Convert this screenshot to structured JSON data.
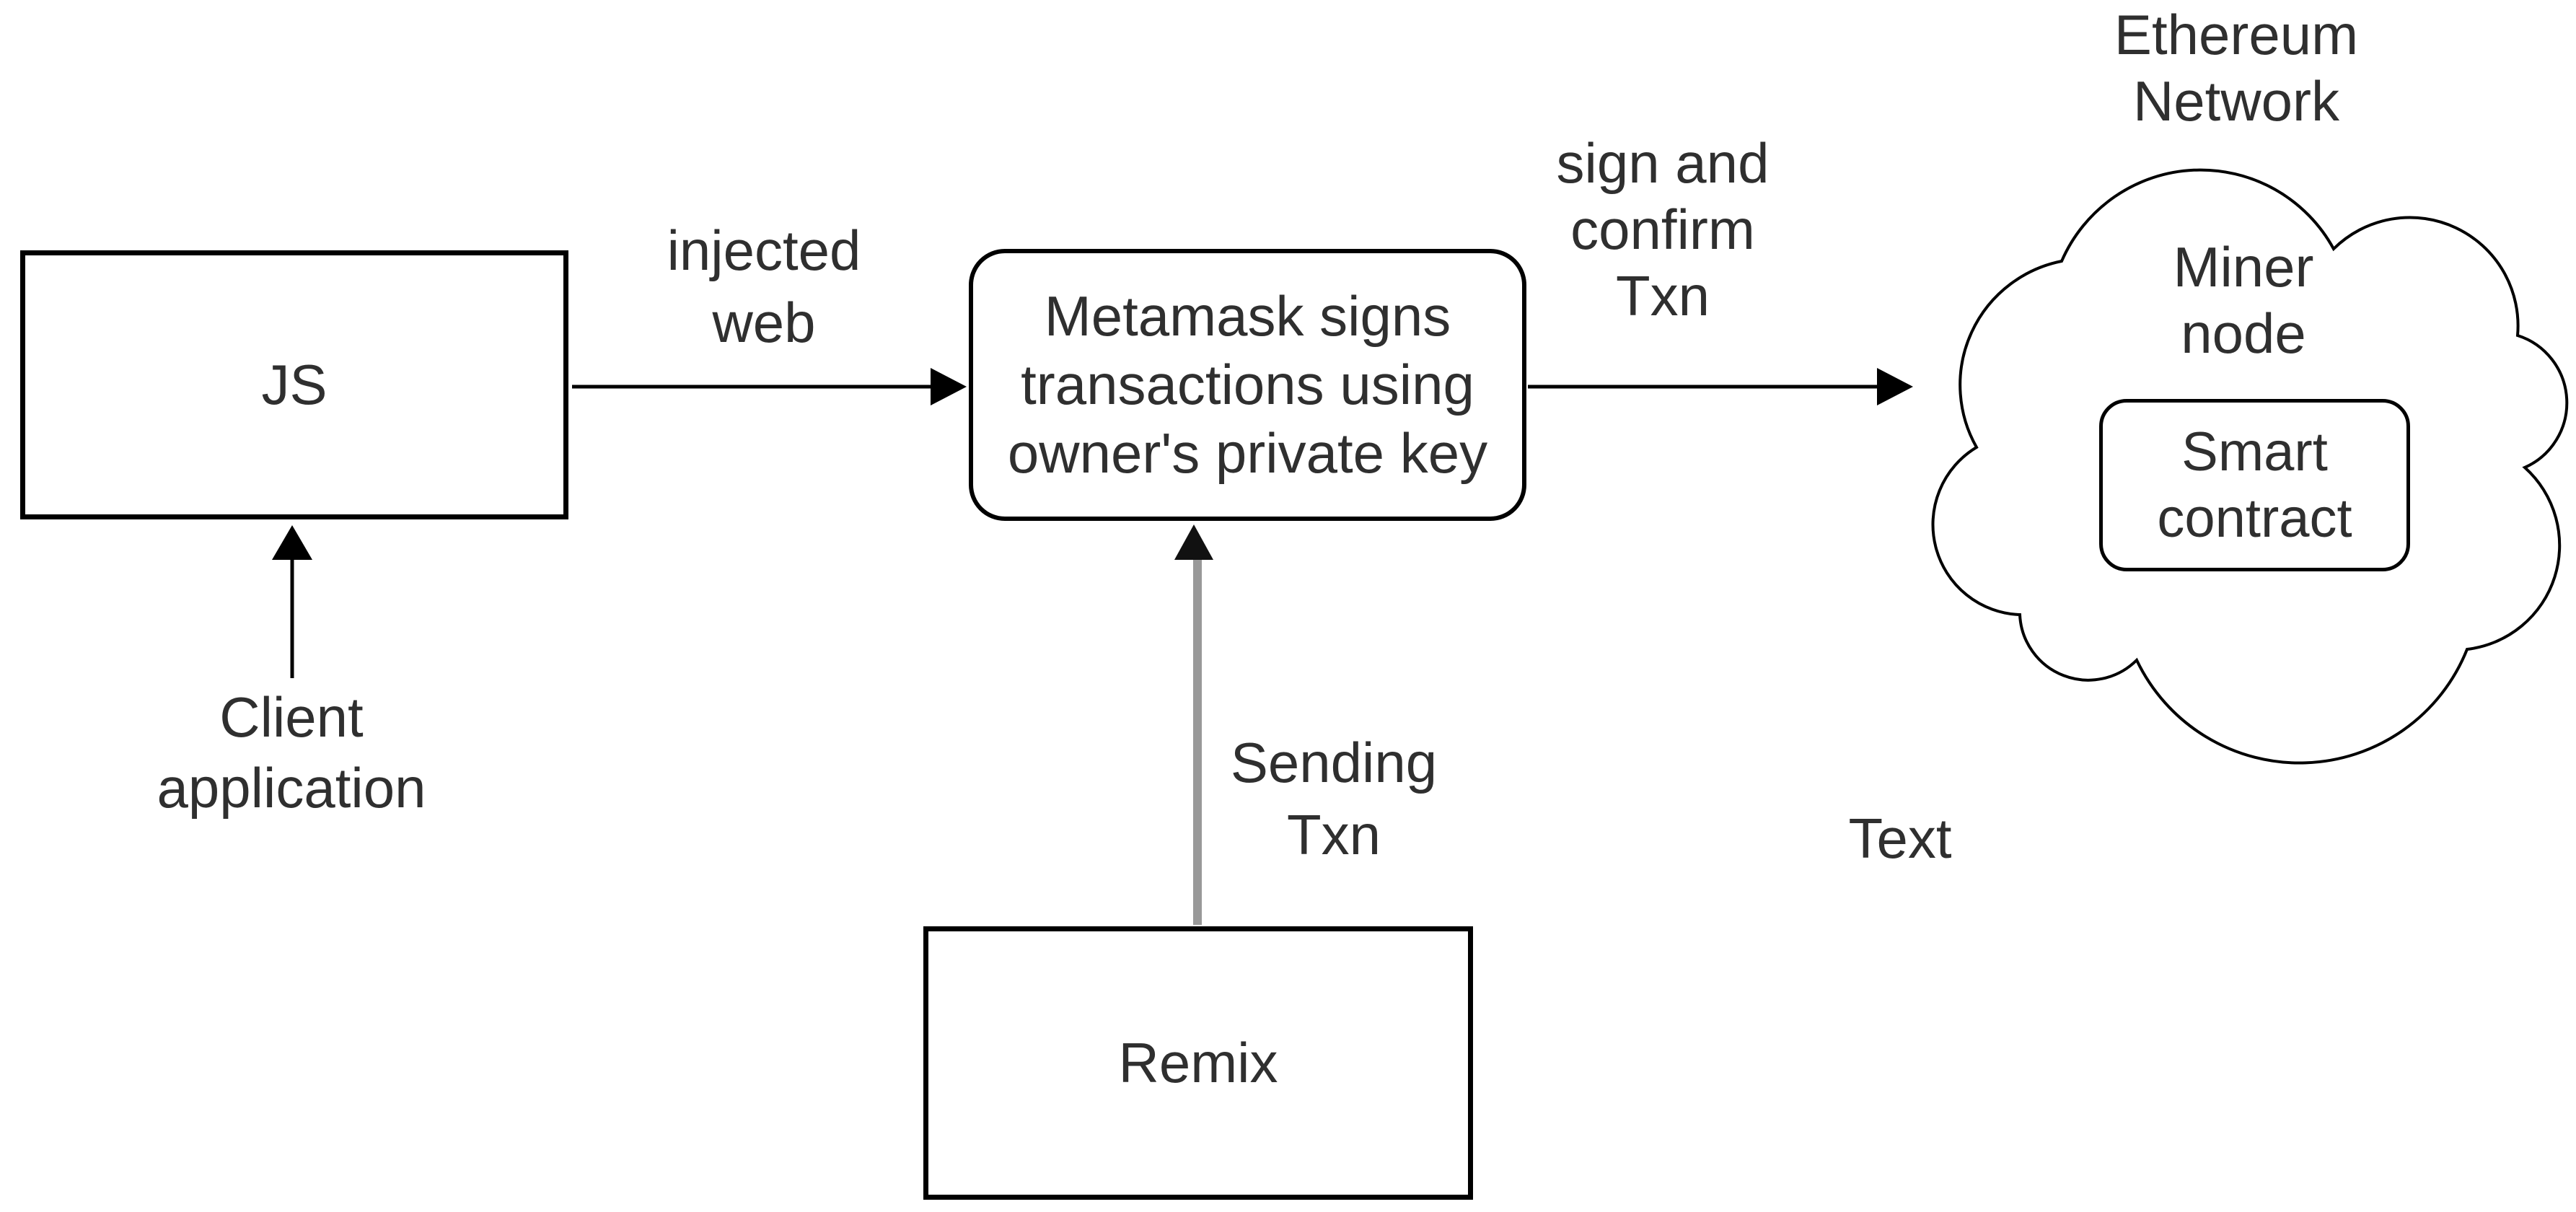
{
  "diagram": {
    "nodes": {
      "js": {
        "label": "JS"
      },
      "metamask": {
        "label": "Metamask signs\ntransactions using\nowner's private key"
      },
      "remix": {
        "label": "Remix"
      },
      "smart_contract": {
        "label": "Smart\ncontract"
      },
      "miner_node": {
        "label": "Miner\nnode"
      },
      "ethereum_network": {
        "label": "Ethereum\nNetwork"
      }
    },
    "edge_labels": {
      "injected_web": "injected\nweb",
      "sign_and_confirm_txn": "sign and\nconfirm\nTxn",
      "sending_txn": "Sending\nTxn",
      "client_application": "Client\napplication"
    },
    "floating_labels": {
      "text_placeholder": "Text"
    },
    "colors": {
      "stroke": "#000000",
      "text": "#2f2f2f",
      "gray_arrow_line": "#999999",
      "gray_arrow_head": "#111111",
      "background": "#ffffff"
    }
  }
}
